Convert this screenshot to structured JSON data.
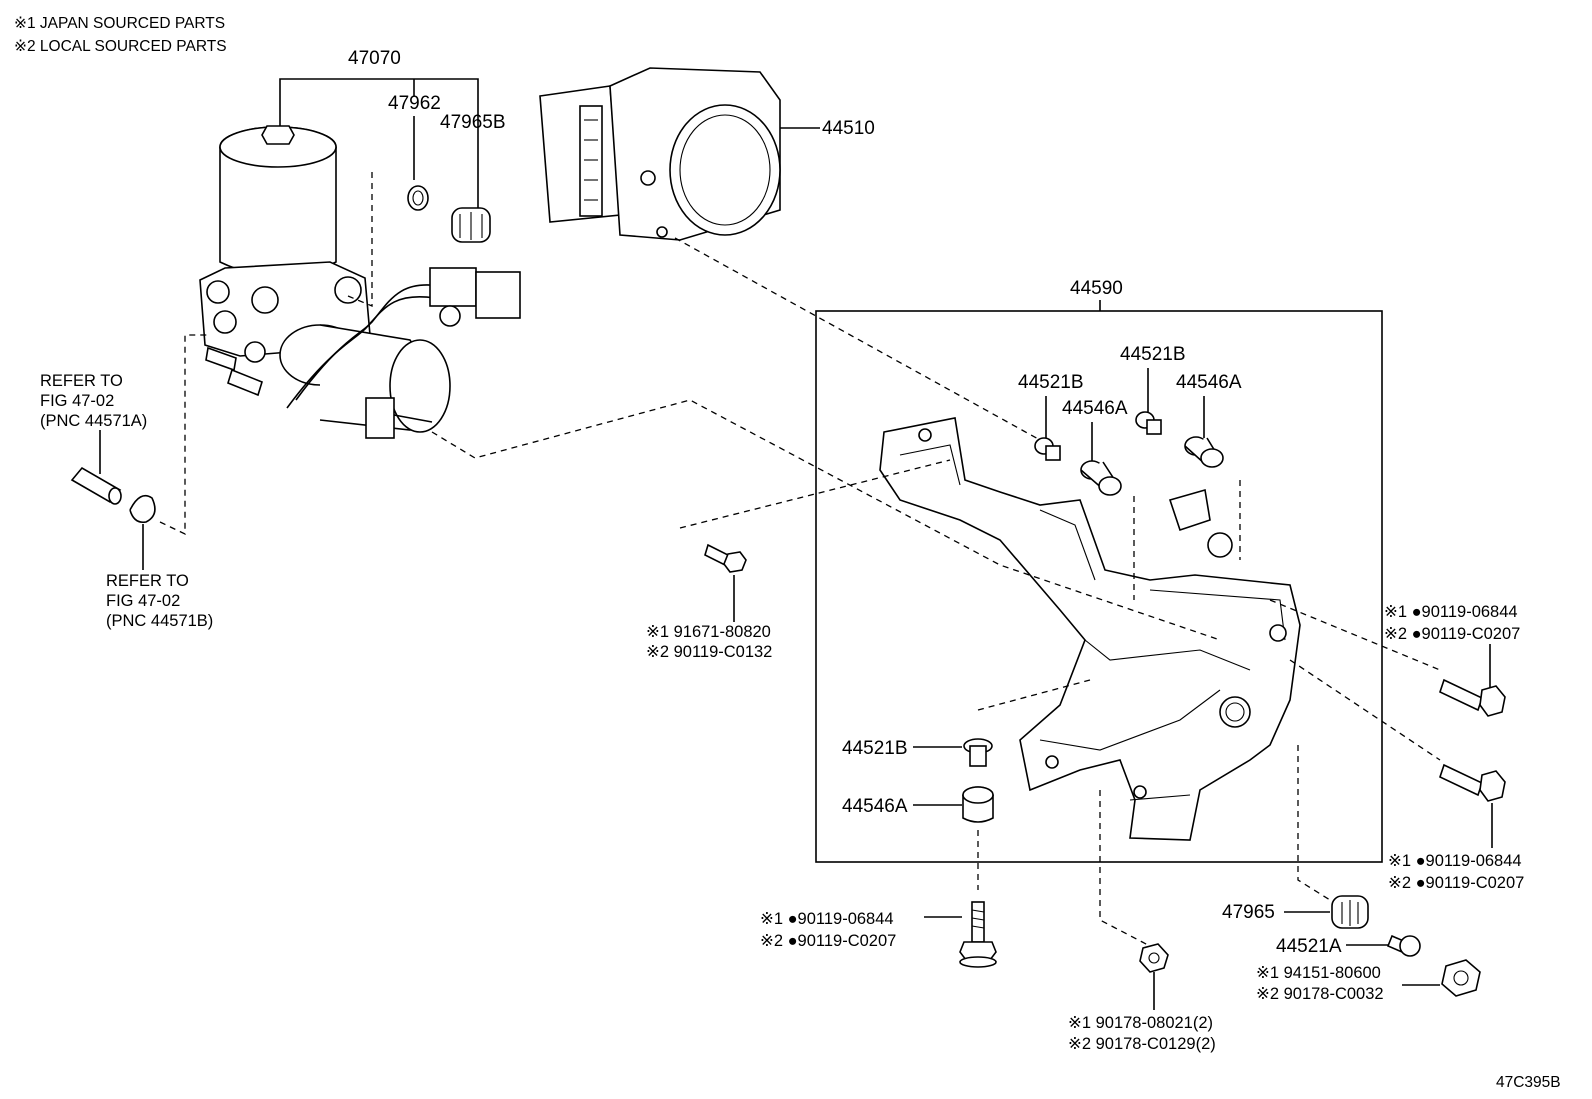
{
  "notes": {
    "japan": "※1 JAPAN SOURCED PARTS",
    "local": "※2 LOCAL SOURCED PARTS"
  },
  "parts": {
    "pump_assy": "47070",
    "gasket": "47962",
    "cap_top": "47965B",
    "actuator": "44510",
    "bracket_assy": "44590",
    "collar_b1": "44521B",
    "collar_b2": "44521B",
    "cushion_a1": "44546A",
    "cushion_a2": "44546A",
    "collar_b3": "44521B",
    "cushion_a3": "44546A",
    "cap_bottom": "47965",
    "collar_a": "44521A"
  },
  "refs": {
    "ref_a": [
      "REFER TO",
      "FIG 47-02",
      "(PNC 44571A)"
    ],
    "ref_b": [
      "REFER TO",
      "FIG 47-02",
      "(PNC 44571B)"
    ]
  },
  "fasteners": {
    "bolt_left": [
      "※1 91671-80820",
      "※2 90119-C0132"
    ],
    "bolt_right_upper": [
      "※1 ●90119-06844",
      "※2 ●90119-C0207"
    ],
    "bolt_right_lower": [
      "※1 ●90119-06844",
      "※2 ●90119-C0207"
    ],
    "bolt_bottom": [
      "※1 ●90119-06844",
      "※2 ●90119-C0207"
    ],
    "nut_bottom": [
      "※1 90178-08021(2)",
      "※2 90178-C0129(2)"
    ],
    "nut_right": [
      "※1 94151-80600",
      "※2 90178-C0032"
    ]
  },
  "figure_code": "47C395B"
}
